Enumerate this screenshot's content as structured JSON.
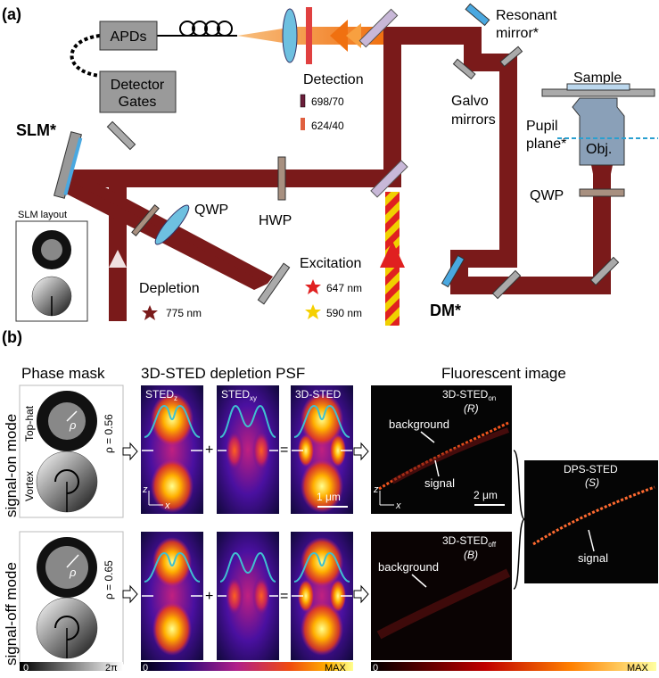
{
  "panel_a": {
    "label": "(a)",
    "apds": "APDs",
    "detector_gates": [
      "Detector",
      "Gates"
    ],
    "detection": "Detection",
    "filters": [
      "698/70",
      "624/40"
    ],
    "resonant_mirror": [
      "Resonant",
      "mirror*"
    ],
    "galvo": [
      "Galvo",
      "mirrors"
    ],
    "sample": "Sample",
    "pupil_plane": [
      "Pupil",
      "plane*"
    ],
    "objective": "Obj.",
    "qwp_right": "QWP",
    "slm": "SLM*",
    "slm_layout": "SLM layout",
    "qwp_left": "QWP",
    "hwp": "HWP",
    "excitation": "Excitation",
    "exc_647": "647 nm",
    "exc_590": "590 nm",
    "depletion": "Depletion",
    "dep_775": "775 nm",
    "dm": "DM*",
    "colors": {
      "beam": "#7a1a1a",
      "detection_beam": "#f08020",
      "red_star": "#e02020",
      "yellow_star": "#f5d000",
      "gray_box": "#9a9a9a"
    }
  },
  "panel_b": {
    "label": "(b)",
    "col_phase_mask": "Phase mask",
    "col_psf": "3D-STED depletion PSF",
    "col_fluor": "Fluorescent image",
    "row_on": "signal-on mode",
    "row_off": "signal-off mode",
    "top_hat": "Top-hat",
    "vortex": "Vortex",
    "rho_on": "ρ = 0.56",
    "rho_off": "ρ = 0.65",
    "rho_symbol": "ρ",
    "psf_on": [
      {
        "main": "STED",
        "sub": "z"
      },
      {
        "main": "STED",
        "sub": "xy"
      },
      {
        "main": "3D-STED",
        "sub": ""
      }
    ],
    "op_plus": "+",
    "op_equal": "=",
    "scale_1um": "1 μm",
    "axis_z": "z",
    "axis_x": "x",
    "img_on_title": "3D-STED",
    "img_on_sub": "on",
    "img_on_letter": "(R)",
    "img_off_title": "3D-STED",
    "img_off_sub": "off",
    "img_off_letter": "(B)",
    "background": "background",
    "signal": "signal",
    "scale_2um": "2 μm",
    "dps_title": "DPS-STED",
    "dps_letter": "(S)",
    "cbar_phase": [
      "0",
      "2π"
    ],
    "cbar_psf": [
      "0",
      "MAX"
    ],
    "cbar_fluor": [
      "0",
      "MAX"
    ]
  }
}
